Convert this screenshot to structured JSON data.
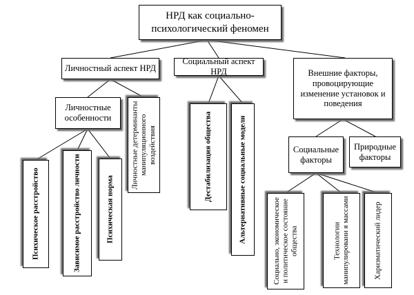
{
  "root": {
    "title": "НРД как социально-психологический феномен"
  },
  "aspects": {
    "personal": "Личностный аспект НРД",
    "social": "Социальный аспект НРД",
    "external": "Внешние факторы, провоцирующие изменение установок и поведения"
  },
  "personal": {
    "features": "Личностные особенности",
    "determinants": "Личностные детерминанты манипуляционного воздействия",
    "items": [
      "Психическое расстройство",
      "Зависимое расстройство личности",
      "Психическая норма"
    ]
  },
  "social": {
    "items": [
      "Дестабилизация общества",
      "Альтернативные социальные модели"
    ]
  },
  "external": {
    "social_factors": "Социальные факторы",
    "natural_factors": "Природные факторы",
    "items": [
      "Социально, экономическое и политическое состояние общества",
      "Технологии манипулировани я массами",
      "Харизматический лидер"
    ]
  }
}
